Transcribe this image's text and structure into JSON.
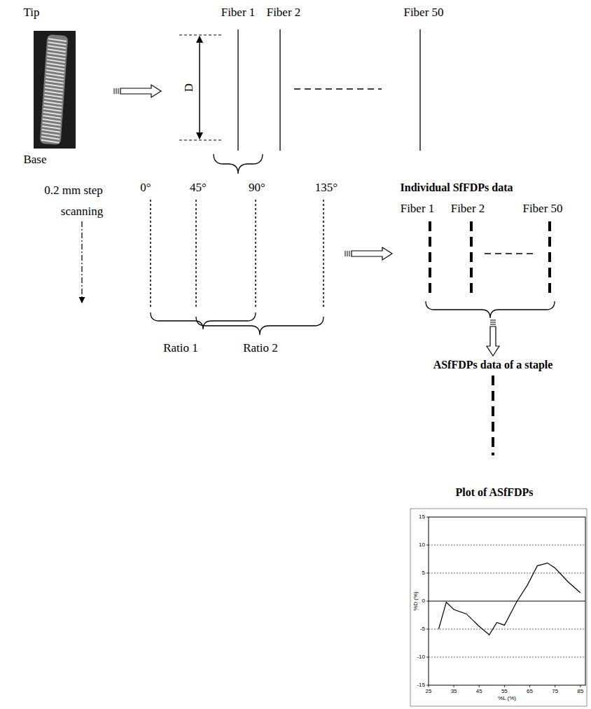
{
  "diagram": {
    "labels": [
      "Tip",
      "Base",
      "Fiber 1",
      "Fiber 2",
      "Fiber 50",
      "D",
      "0°",
      "45°",
      "90°",
      "135°",
      "0.2 mm step",
      "scanning",
      "Ratio 1",
      "Ratio 2",
      "Individual SfFDPs data",
      "Fiber 1",
      "Fiber 2",
      "Fiber 50",
      "ASfFDPs data of a staple",
      "Plot of ASfFDPs",
      "%D (%)",
      "%L (%)",
      "15",
      "10",
      "5",
      "0",
      "-5",
      "-10",
      "-15",
      "25",
      "35",
      "45",
      "55",
      "65",
      "75",
      "85"
    ]
  }
}
